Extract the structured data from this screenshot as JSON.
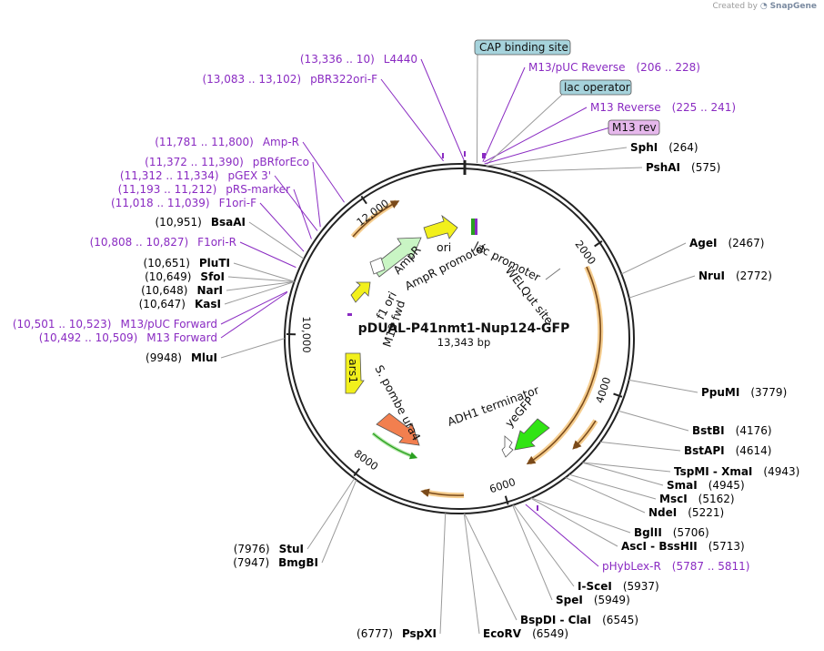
{
  "credit": {
    "prefix": "Created by",
    "brand": "SnapGene"
  },
  "plasmid": {
    "name": "pDUAL-P41nmt1-Nup124-GFP",
    "size": "13,343 bp",
    "length": 13343
  },
  "ticks": [
    {
      "pos": 2000,
      "label": "2000"
    },
    {
      "pos": 4000,
      "label": "4000"
    },
    {
      "pos": 6000,
      "label": "6000"
    },
    {
      "pos": 8000,
      "label": "8000"
    },
    {
      "pos": 10000,
      "label": "10,000"
    },
    {
      "pos": 12000,
      "label": "12,000"
    }
  ],
  "enzymes": [
    {
      "name": "SphI",
      "pos": "(264)",
      "site": 264,
      "side": "right"
    },
    {
      "name": "PshAI",
      "pos": "(575)",
      "site": 575,
      "side": "right"
    },
    {
      "name": "AgeI",
      "pos": "(2467)",
      "site": 2467,
      "side": "right"
    },
    {
      "name": "NruI",
      "pos": "(2772)",
      "site": 2772,
      "side": "right"
    },
    {
      "name": "PpuMI",
      "pos": "(3779)",
      "site": 3779,
      "side": "right"
    },
    {
      "name": "BstBI",
      "pos": "(4176)",
      "site": 4176,
      "side": "right"
    },
    {
      "name": "BstAPI",
      "pos": "(4614)",
      "site": 4614,
      "side": "right"
    },
    {
      "name": "TspMI - XmaI",
      "pos": "(4943)",
      "site": 4943,
      "side": "right"
    },
    {
      "name": "SmaI",
      "pos": "(4945)",
      "site": 4945,
      "side": "right"
    },
    {
      "name": "MscI",
      "pos": "(5162)",
      "site": 5162,
      "side": "right"
    },
    {
      "name": "NdeI",
      "pos": "(5221)",
      "site": 5221,
      "side": "right"
    },
    {
      "name": "BglII",
      "pos": "(5706)",
      "site": 5706,
      "side": "right"
    },
    {
      "name": "AscI - BssHII",
      "pos": "(5713)",
      "site": 5713,
      "side": "right"
    },
    {
      "name": "I-SceI",
      "pos": "(5937)",
      "site": 5937,
      "side": "right"
    },
    {
      "name": "SpeI",
      "pos": "(5949)",
      "site": 5949,
      "side": "right"
    },
    {
      "name": "BspDI - ClaI",
      "pos": "(6545)",
      "site": 6545,
      "side": "right"
    },
    {
      "name": "EcoRV",
      "pos": "(6549)",
      "site": 6549,
      "side": "right"
    },
    {
      "name": "PspXI",
      "pos": "(6777)",
      "site": 6777,
      "side": "left"
    },
    {
      "name": "StuI",
      "pos": "(7976)",
      "site": 7976,
      "side": "left"
    },
    {
      "name": "BmgBI",
      "pos": "(7947)",
      "site": 7947,
      "side": "left"
    },
    {
      "name": "MluI",
      "pos": "(9948)",
      "site": 9948,
      "side": "left"
    },
    {
      "name": "KasI",
      "pos": "(10,647)",
      "site": 10647,
      "side": "left"
    },
    {
      "name": "NarI",
      "pos": "(10,648)",
      "site": 10648,
      "side": "left"
    },
    {
      "name": "SfoI",
      "pos": "(10,649)",
      "site": 10649,
      "side": "left"
    },
    {
      "name": "PluTI",
      "pos": "(10,651)",
      "site": 10651,
      "side": "left"
    },
    {
      "name": "BsaAI",
      "pos": "(10,951)",
      "site": 10951,
      "side": "left"
    }
  ],
  "primers": [
    {
      "name": "L4440",
      "range": "(13,336 .. 10)",
      "site": 13336,
      "side": "left"
    },
    {
      "name": "pBR322ori-F",
      "range": "(13,083 .. 13,102)",
      "site": 13090,
      "side": "left"
    },
    {
      "name": "M13/pUC Reverse",
      "range": "(206 .. 228)",
      "site": 217,
      "side": "right"
    },
    {
      "name": "M13 Reverse",
      "range": "(225 .. 241)",
      "site": 233,
      "side": "right"
    },
    {
      "name": "pHybLex-R",
      "range": "(5787 .. 5811)",
      "site": 5799,
      "side": "right"
    },
    {
      "name": "Amp-R",
      "range": "(11,781 .. 11,800)",
      "site": 11790,
      "side": "left"
    },
    {
      "name": "pBRforEco",
      "range": "(11,372 .. 11,390)",
      "site": 11381,
      "side": "left"
    },
    {
      "name": "pGEX 3'",
      "range": "(11,312 .. 11,334)",
      "site": 11323,
      "side": "left"
    },
    {
      "name": "pRS-marker",
      "range": "(11,193 .. 11,212)",
      "site": 11202,
      "side": "left"
    },
    {
      "name": "F1ori-F",
      "range": "(11,018 .. 11,039)",
      "site": 11028,
      "side": "left"
    },
    {
      "name": "F1ori-R",
      "range": "(10,808 .. 10,827)",
      "site": 10817,
      "side": "left"
    },
    {
      "name": "M13/pUC Forward",
      "range": "(10,501 .. 10,523)",
      "site": 10512,
      "side": "left"
    },
    {
      "name": "M13 Forward",
      "range": "(10,492 .. 10,509)",
      "site": 10500,
      "side": "left"
    }
  ],
  "boxed_features": [
    {
      "name": "CAP binding site",
      "color": "#a6d3dc",
      "site": 150
    },
    {
      "name": "lac operator",
      "color": "#a6d3dc",
      "site": 270
    },
    {
      "name": "M13 rev",
      "color": "#e6b8ec",
      "site": 240
    }
  ],
  "inner_labels": [
    {
      "name": "ori"
    },
    {
      "name": "AmpR promoter"
    },
    {
      "name": "AmpR"
    },
    {
      "name": "f1 ori"
    },
    {
      "name": "M13 fwd"
    },
    {
      "name": "lac promoter"
    },
    {
      "name": "WELQut site"
    },
    {
      "name": "ars1"
    },
    {
      "name": "S. pombe ura4"
    },
    {
      "name": "ADH1 terminator"
    },
    {
      "name": "yeGFP"
    }
  ],
  "colors": {
    "ring": "#222222",
    "primer": "#8a2bc2",
    "arc_fill": "#f3c173",
    "arc_line": "#7a4a1a",
    "ori": "#f2f01c",
    "ampr": "#c9f5c4",
    "f1ori": "#f2f01c",
    "ars1": "#f2f01c",
    "ura4": "#f27f4f",
    "yegfp": "#31e414",
    "green_arc": "#2aa020",
    "lac_promoter": "#2aa020"
  }
}
